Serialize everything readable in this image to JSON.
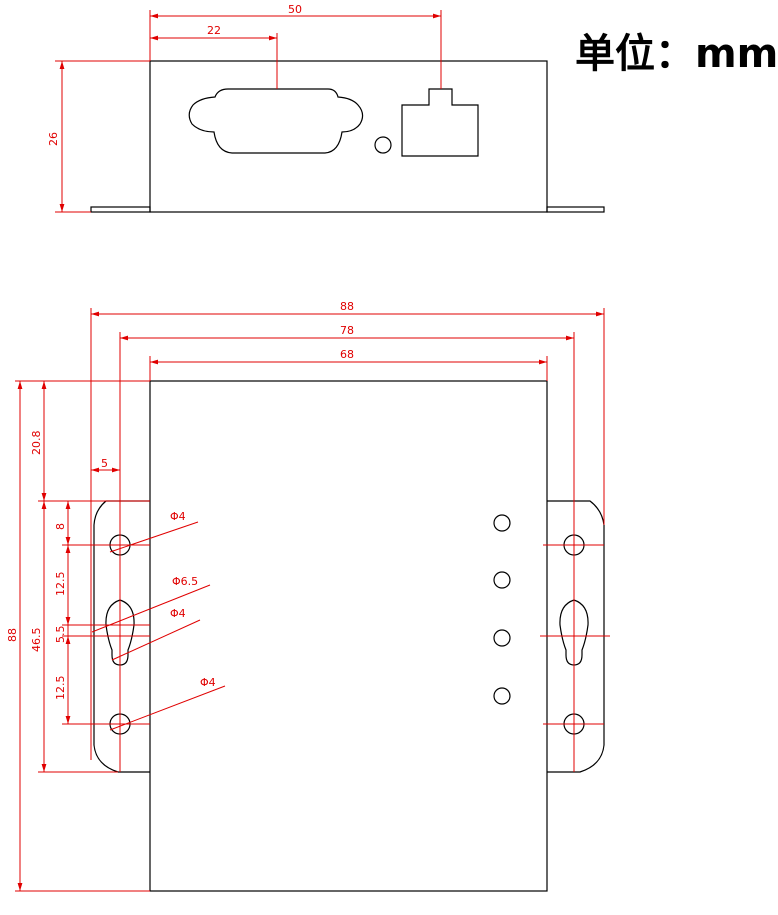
{
  "unit_label": "单位：mm",
  "top_view": {
    "dim_overall_connector": "50",
    "dim_db9_center": "22",
    "dim_height": "26"
  },
  "bottom_view": {
    "dim_88_width": "88",
    "dim_78_width": "78",
    "dim_68_width": "68",
    "dim_88_height": "88",
    "dim_20_8": "20.8",
    "dim_5": "5",
    "dim_8": "8",
    "dim_12_5_upper": "12.5",
    "dim_5_5": "5.5",
    "dim_46_5": "46.5",
    "dim_12_5_lower": "12.5",
    "hole_phi4_top": "Φ4",
    "hole_phi6_5": "Φ6.5",
    "hole_phi4_mid": "Φ4",
    "hole_phi4_bottom": "Φ4"
  },
  "colors": {
    "outline": "#000000",
    "dimension": "#e00000"
  }
}
